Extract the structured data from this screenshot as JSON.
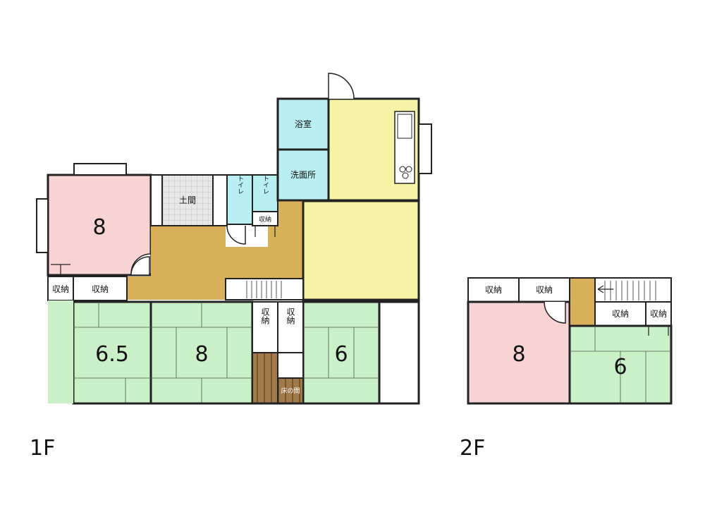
{
  "colors": {
    "western_room": "#f7d3d3",
    "tatami": "#c9f0c6",
    "kitchen": "#f7f3a4",
    "bath": "#b9eef2",
    "entry": "#d8b05a",
    "wall": "#222222"
  },
  "floor1": {
    "label": "1F",
    "rooms": {
      "western_8": "8",
      "doma": "土間",
      "toilet_1": "トイレ",
      "toilet_2": "トイレ",
      "storage_toilet": "収納",
      "bath": "浴室",
      "washroom": "洗面所",
      "storage_a": "収納",
      "storage_b": "収納",
      "tatami_65": "6.5",
      "tatami_8": "8",
      "tatami_6": "6",
      "storage_c": "収納",
      "storage_d": "収納",
      "tokonoma": "床の間"
    }
  },
  "floor2": {
    "label": "2F",
    "rooms": {
      "storage_a": "収納",
      "storage_b": "収納",
      "western_8": "8",
      "storage_c": "収納",
      "storage_d": "収納",
      "tatami_6": "6"
    }
  }
}
